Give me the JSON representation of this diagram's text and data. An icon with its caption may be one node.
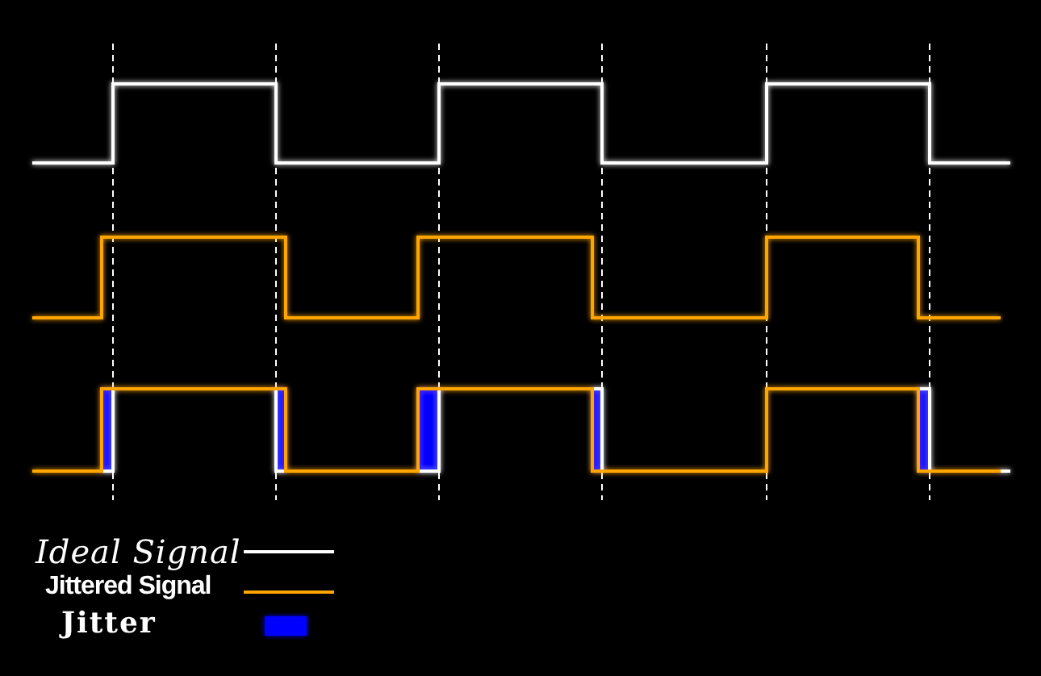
{
  "diagram": {
    "legend": [
      {
        "text": "Ideal Signal"
      },
      {
        "text": "Jittered Signal"
      },
      {
        "text": "Jitter",
        "color": "#0000ff"
      }
    ]
  }
}
